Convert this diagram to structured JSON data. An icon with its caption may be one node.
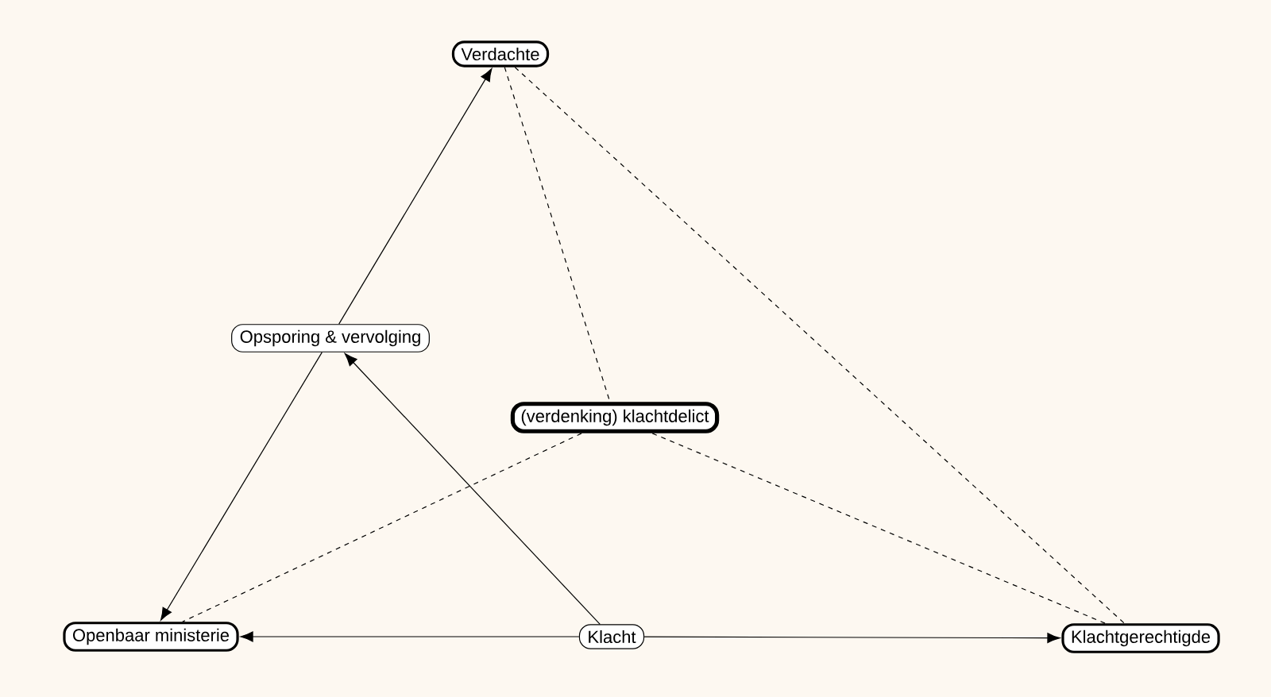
{
  "diagram": {
    "nodes": [
      {
        "text": [
          "Verdachte"
        ]
      },
      {
        "text": [
          "Opsporing & vervolging"
        ]
      },
      {
        "text": [
          "(verdenking) klachtdelict"
        ]
      },
      {
        "text": [
          "Openbaar ministerie"
        ]
      },
      {
        "text": [
          "Klacht"
        ]
      },
      {
        "text": [
          "Klachtgerechtigde"
        ]
      }
    ],
    "edges": [
      {
        "from": 1,
        "to": 0,
        "arrow": "to"
      },
      {
        "from": 1,
        "to": 3,
        "arrow": "to"
      },
      {
        "from": 4,
        "to": 1,
        "arrow": "to"
      },
      {
        "from": 4,
        "to": 3,
        "arrow": "to"
      },
      {
        "from": 4,
        "to": 5,
        "arrow": "to"
      },
      {
        "from": 0,
        "to": 2,
        "arrow": "none",
        "style": "dashed"
      },
      {
        "from": 0,
        "to": 5,
        "arrow": "none",
        "style": "dashed"
      },
      {
        "from": 2,
        "to": 3,
        "arrow": "none",
        "style": "dashed"
      },
      {
        "from": 2,
        "to": 5,
        "arrow": "none",
        "style": "dashed"
      }
    ]
  }
}
